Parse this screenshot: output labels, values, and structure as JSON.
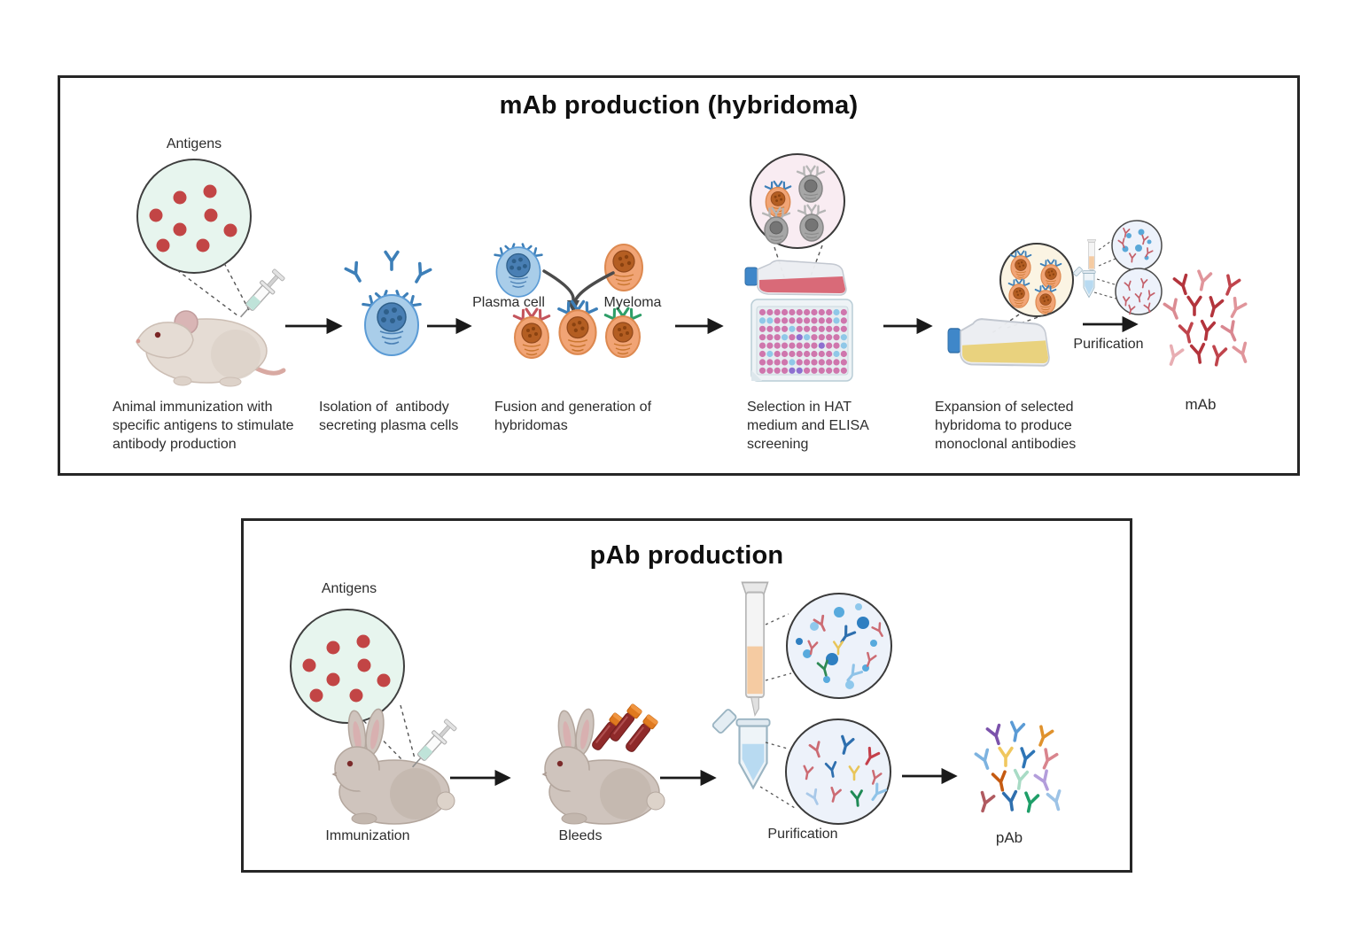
{
  "mab_box": {
    "title": "mAb production (hybridoma)",
    "antigens_label": "Antigens",
    "plasma_cell_label": "Plasma cell",
    "myeloma_label": "Myeloma",
    "purification_label": "Purification",
    "captions": {
      "step1": "Animal immunization with specific antigens to stimulate antibody production",
      "step2": "Isolation of  antibody secreting plasma cells",
      "step3": "Fusion and generation of hybridomas",
      "step4": "Selection in HAT medium and ELISA screening",
      "step5": "Expansion of selected hybridoma to produce monoclonal antibodies",
      "result": "mAb"
    },
    "antibody_colors": [
      "#b3343c",
      "#e0959b",
      "#c0444c",
      "#db8b92",
      "#b3343c",
      "#b3343c",
      "#e0959b",
      "#c0444c",
      "#b3343c",
      "#d98790",
      "#e8aeb3",
      "#b3343c",
      "#c0444c",
      "#e0959b"
    ]
  },
  "pab_box": {
    "title": "pAb production",
    "antigens_label": "Antigens",
    "captions": {
      "step1": "Immunization",
      "step2": "Bleeds",
      "step3": "Purification",
      "result": "pAb"
    },
    "antibody_colors": [
      "#7b52ab",
      "#5b9bd5",
      "#e0922d",
      "#7db3e0",
      "#f0c75e",
      "#2e75b6",
      "#d9858e",
      "#c55a11",
      "#a8dbc5",
      "#b39ddb",
      "#b05a60",
      "#2f6fae",
      "#1e9e68",
      "#9dc3e6"
    ]
  },
  "palette": {
    "antigen_fill": "#e7f5ee",
    "antigen_dot": "#c24545",
    "plasma_blue": "#3d7fb8",
    "myeloma_orange": "#f1a475",
    "hat_medium_pink": "#d96a78",
    "expansion_medium_yellow": "#e9d27e",
    "well_pink": "#cf76ad",
    "well_blue": "#90c8e8",
    "well_purple": "#8d6fd0",
    "mini_antibody_red": "#c4606a"
  }
}
